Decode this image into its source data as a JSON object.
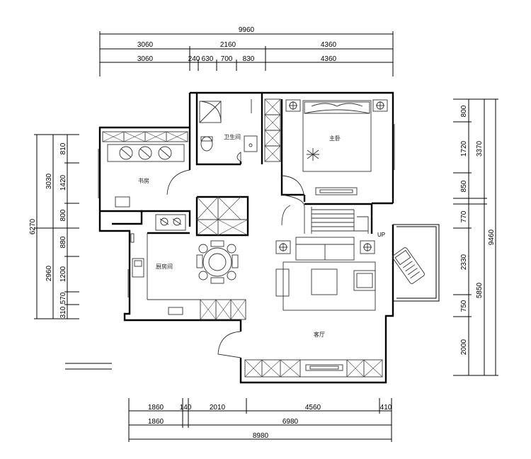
{
  "dimensions": {
    "top_total": "9960",
    "top_row1": [
      "3060",
      "2160",
      "4360"
    ],
    "top_row2": [
      "3060",
      "240",
      "630",
      "700",
      "830",
      "4360"
    ],
    "left_total": "6270",
    "left_group1": "3030",
    "left_group1_parts": [
      "810",
      "1420",
      "800"
    ],
    "left_group2": "2960",
    "left_group2_parts": [
      "880",
      "1200",
      "310",
      "570"
    ],
    "right_total": "9460",
    "right_group1": "3370",
    "right_group1_parts": [
      "800",
      "1720",
      "850"
    ],
    "right_group2": "5850",
    "right_group2_parts": [
      "770",
      "2330",
      "750",
      "2000"
    ],
    "bottom_row1": [
      "1860",
      "140",
      "2010",
      "4560",
      "410"
    ],
    "bottom_row2": [
      "1860",
      "6980"
    ],
    "bottom_total": "8980"
  },
  "rooms": {
    "bathroom": "卫生间",
    "master_bedroom": "主卧",
    "study": "书房",
    "kitchen_dining": "厨房间",
    "living_room": "客厅"
  },
  "annotations": {
    "stair_up": "UP"
  }
}
